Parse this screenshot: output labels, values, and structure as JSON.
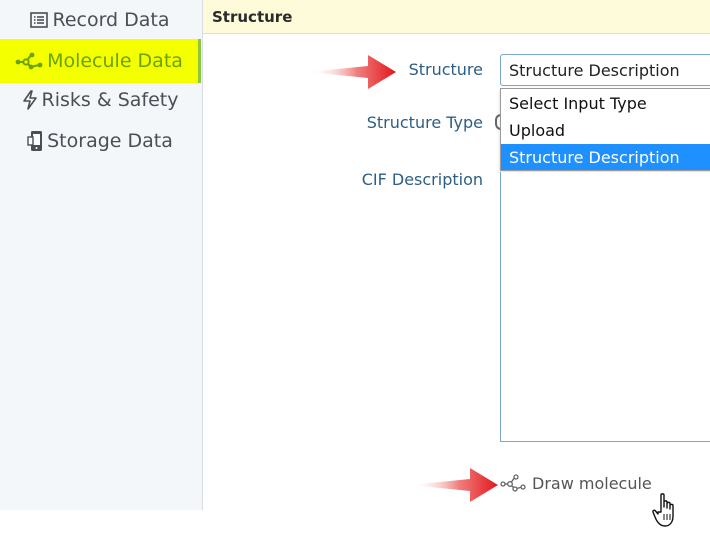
{
  "sidebar": {
    "items": [
      {
        "label": "Record Data",
        "icon": "list-icon"
      },
      {
        "label": "Molecule Data",
        "icon": "molecule-icon",
        "active": true
      },
      {
        "label": "Risks & Safety",
        "icon": "lightning-icon"
      },
      {
        "label": "Storage Data",
        "icon": "phone-storage-icon"
      }
    ]
  },
  "header": {
    "title": "Structure"
  },
  "form": {
    "structure_label": "Structure",
    "structure_value": "Structure Description",
    "structure_type_label": "Structure Type",
    "cif_label": "CIF Description"
  },
  "dropdown": {
    "options": [
      "Select Input Type",
      "Upload",
      "Structure Description"
    ],
    "selected": "Structure Description"
  },
  "draw_molecule": {
    "label": "Draw molecule",
    "icon": "molecule-icon"
  },
  "colors": {
    "active_bg": "#f4ff00",
    "active_text": "#6aa300",
    "label_blue": "#2c5e86",
    "selection_blue": "#1e90ff",
    "arrow_red": "#e3161b",
    "header_bg": "#fdfbd9"
  }
}
